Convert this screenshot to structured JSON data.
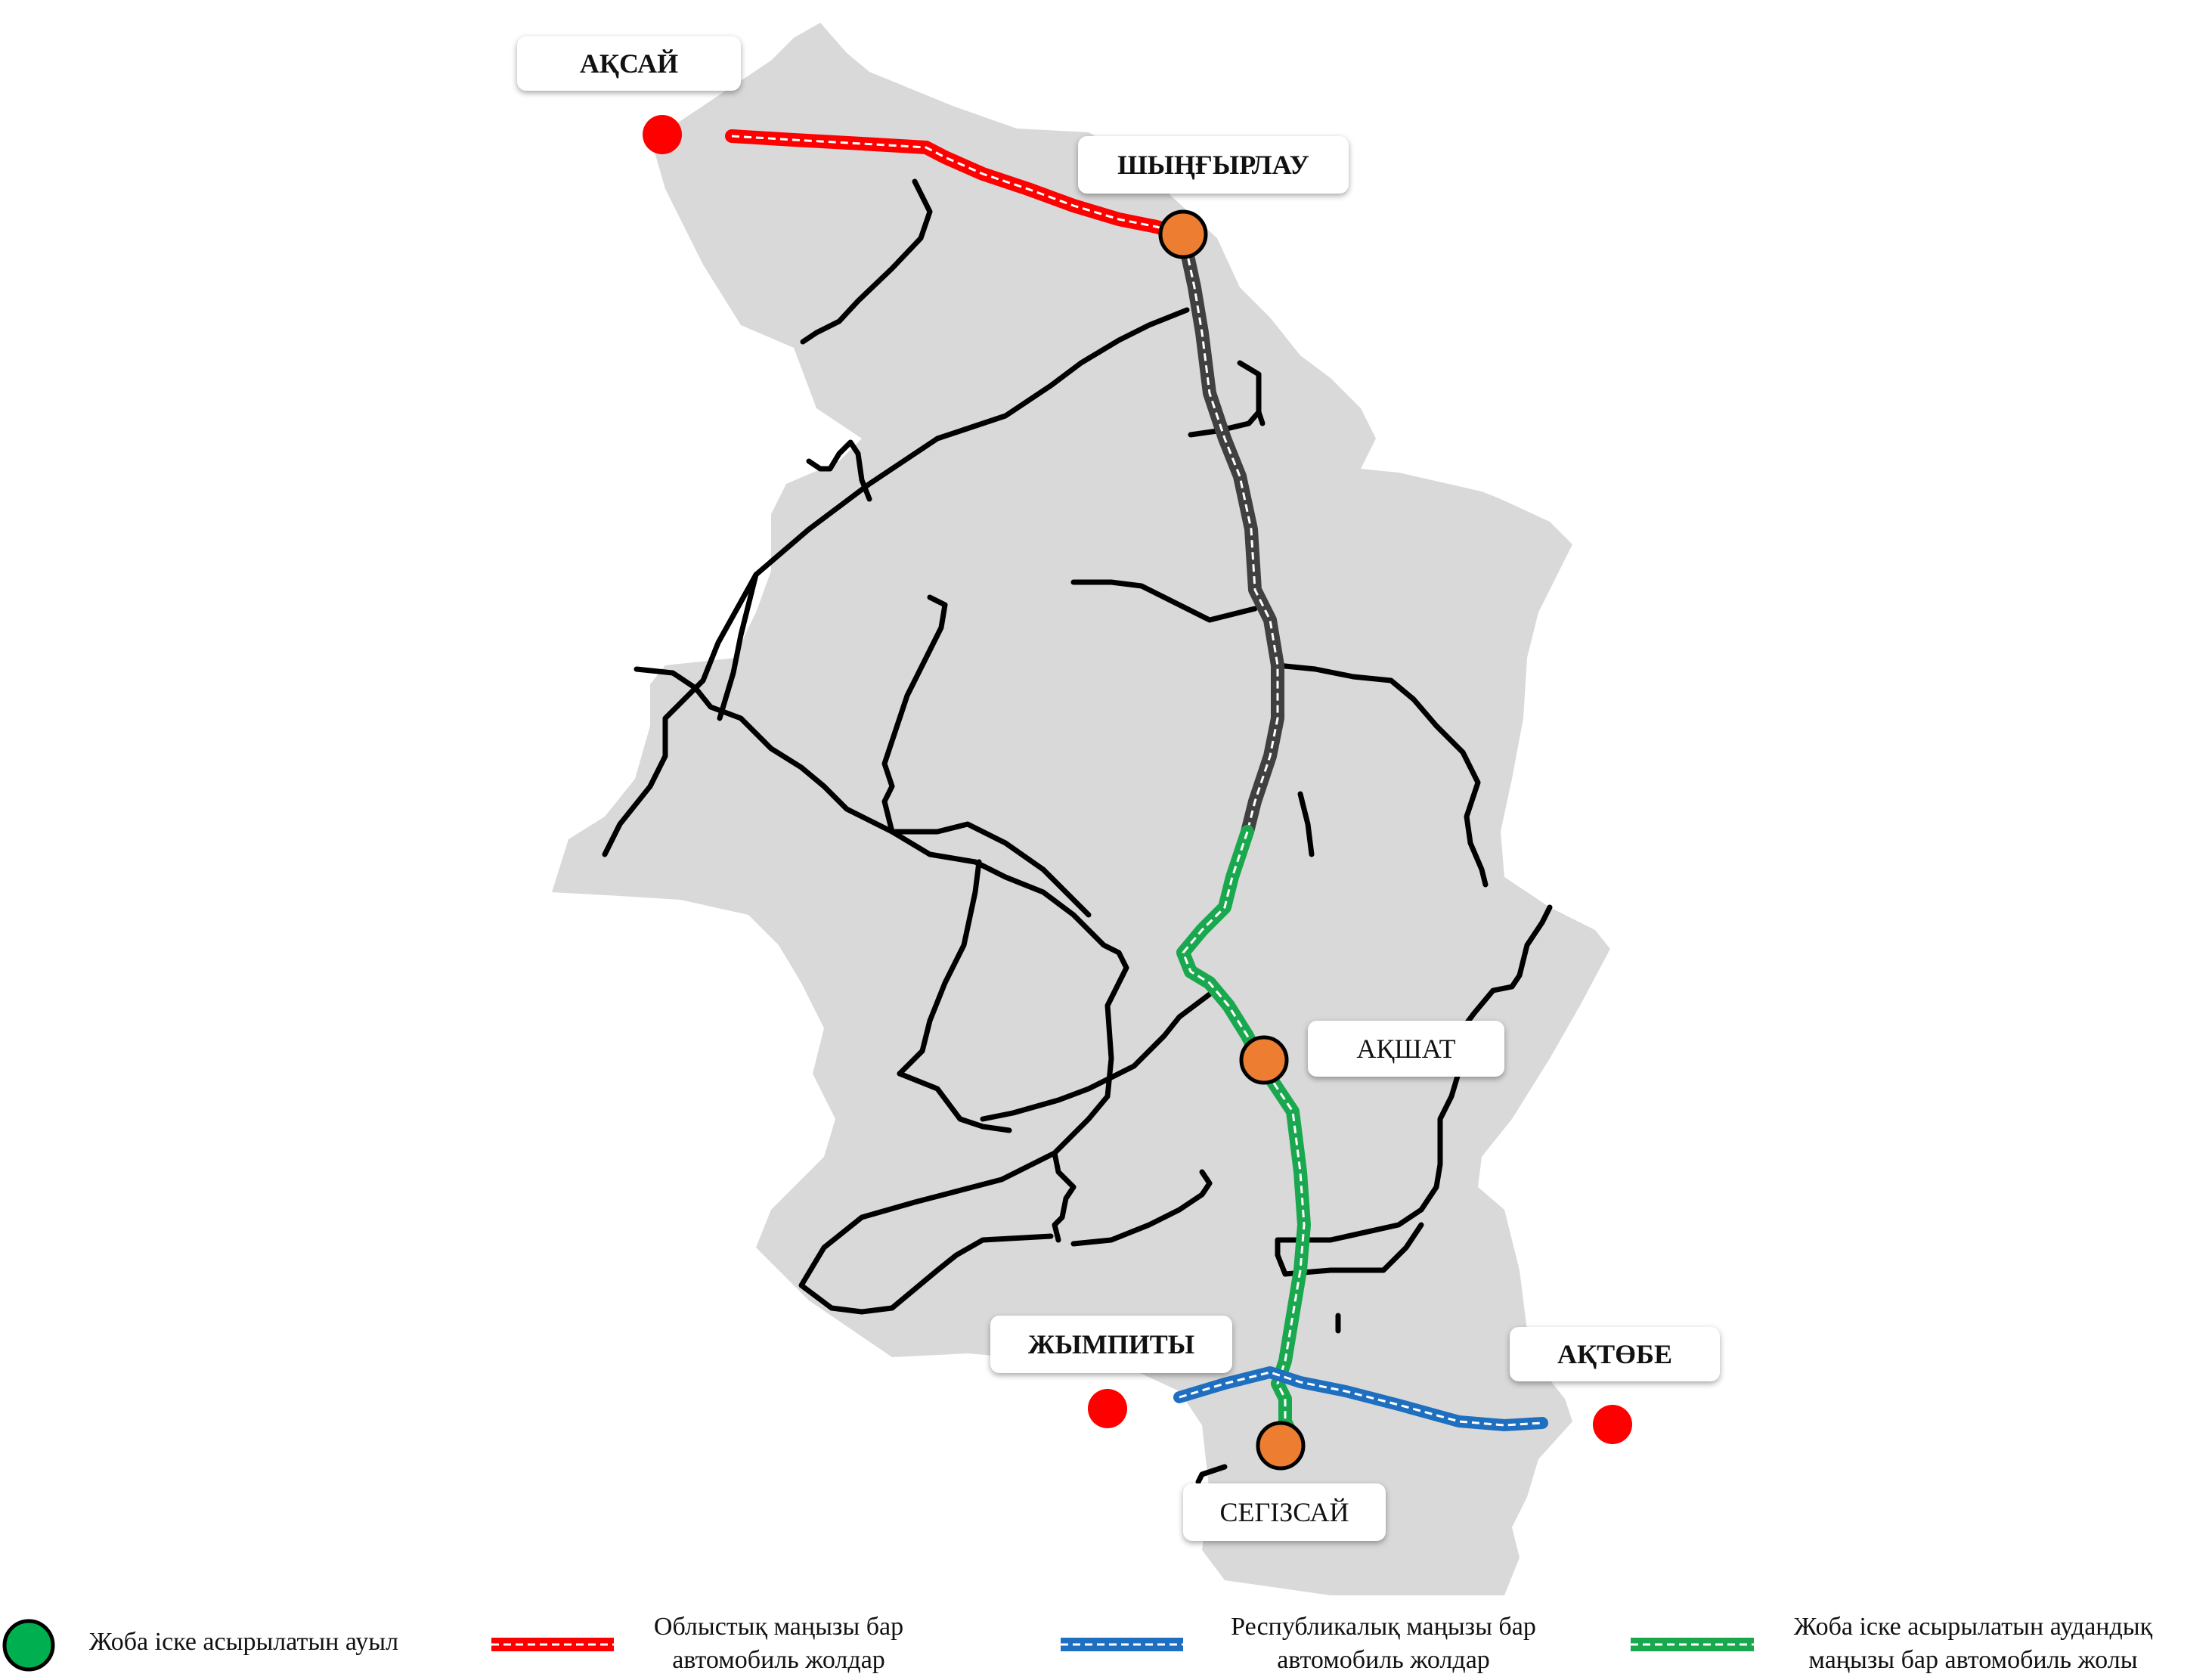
{
  "places": {
    "aksai": "АҚСАЙ",
    "shyngyrlau": "ШЫҢҒЫРЛАУ",
    "akshat": "АҚШАТ",
    "zhympity": "ЖЫМПИТЫ",
    "aktobe": "АҚТӨБЕ",
    "segizsai": "СЕГІЗСАЙ"
  },
  "legend": {
    "village": "Жоба іске асырылатын ауыл",
    "regional_line1": "Облыстық маңызы бар",
    "regional_line2": "автомобиль жолдар",
    "republican_line1": "Республикалық маңызы бар",
    "republican_line2": "автомобиль жолдар",
    "district_line1": "Жоба іске асырылатын аудандық",
    "district_line2": "маңызы бар автомобиль жолы"
  },
  "colors": {
    "territory": "#d9d9d9",
    "regional_road": "#ff0000",
    "republican_road": "#1f6fc0",
    "district_project_road": "#1aa84f",
    "main_road": "#404040",
    "project_village": "#ed7d31",
    "external_city": "#ff0000",
    "legend_village": "#00b050"
  }
}
